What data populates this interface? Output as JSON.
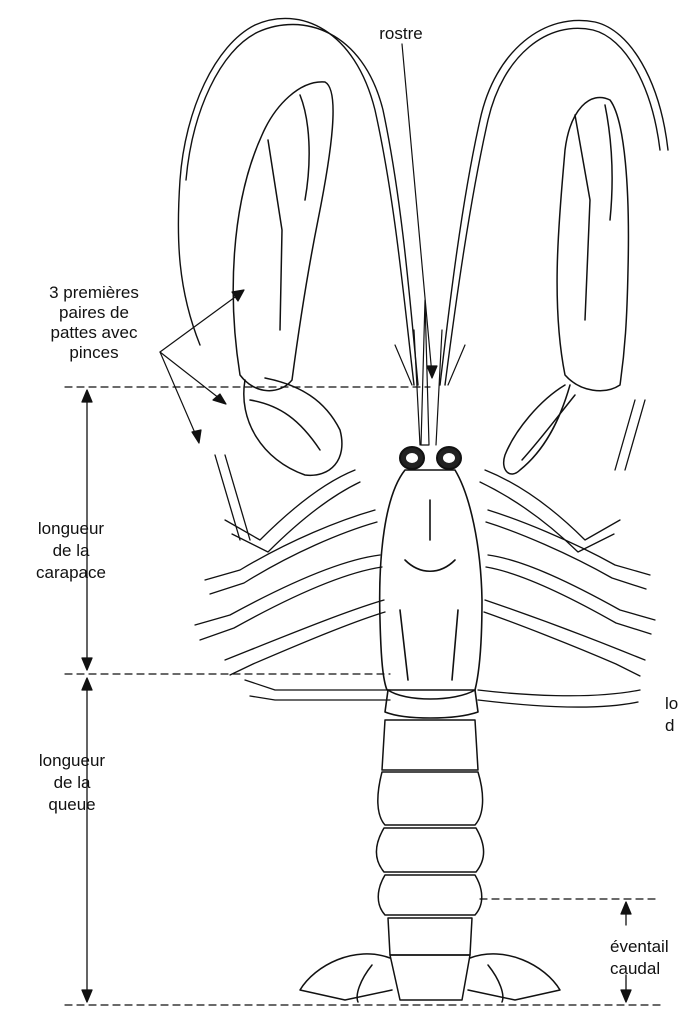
{
  "labels": {
    "rostrum": "rostre",
    "claws": "3 premières\npaires de\npattes avec\npinces",
    "carapace_length": "longueur\nde la\ncarapace",
    "tail_length": "longueur\nde la\nqueue",
    "tail_fan": "éventail\ncaudal",
    "total_length_fragment": "lo\nd"
  },
  "colors": {
    "ink": "#111111",
    "background": "#ffffff"
  }
}
